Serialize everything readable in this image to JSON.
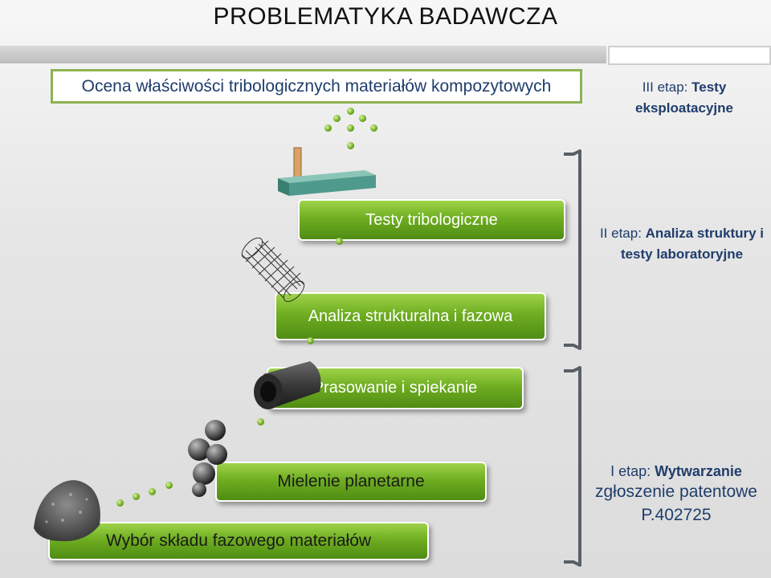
{
  "slide_title": "PROBLEMATYKA BADAWCZA",
  "topic": "Ocena właściwości tribologicznych materiałów kompozytowych",
  "steps": [
    {
      "label": "Wybór składu fazowego materiałów"
    },
    {
      "label": "Mielenie planetarne"
    },
    {
      "label": "Prasowanie i spiekanie"
    },
    {
      "label": "Analiza strukturalna i fazowa"
    },
    {
      "label": "Testy tribologiczne"
    }
  ],
  "stages": {
    "stage3": {
      "prefix": "III etap: ",
      "bold": "Testy eksploatacyjne"
    },
    "stage2": {
      "prefix": "II etap: ",
      "bold": "Analiza struktury i testy laboratoryjne"
    },
    "stage1": {
      "prefix": "I etap: ",
      "bold": "Wytwarzanie",
      "extra1": "zgłoszenie patentowe",
      "extra2": "P.402725"
    }
  },
  "colors": {
    "accent_green": "#6fae21",
    "label_blue": "#1f3d6b",
    "bracket_gray": "#5a5f66"
  },
  "icons": [
    "powder-pile-illustration",
    "milling-balls-illustration",
    "sintered-tube-illustration",
    "carbon-nanotube-illustration",
    "pin-on-disc-illustration"
  ]
}
